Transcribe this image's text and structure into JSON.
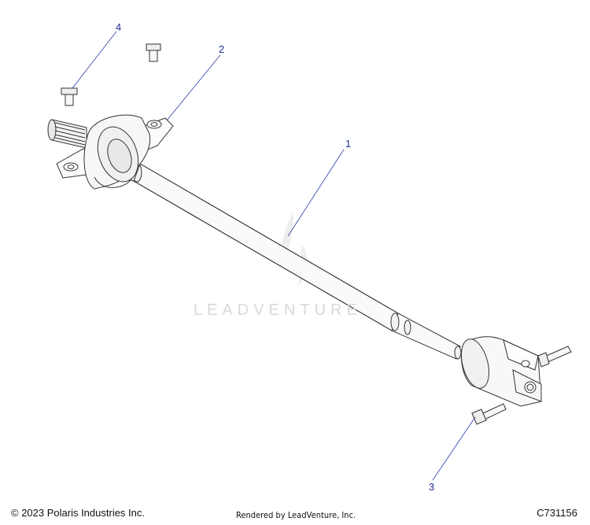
{
  "callouts": {
    "c1": "1",
    "c2": "2",
    "c3": "3",
    "c4": "4"
  },
  "watermark": {
    "text": "LEADVENTURE"
  },
  "footer": {
    "copyright": "© 2023 Polaris Industries Inc.",
    "rendered_by": "Rendered by LeadVenture, Inc.",
    "diagram_code": "C731156"
  },
  "colors": {
    "outline": "#333333",
    "leader": "#2a3da8",
    "callout_text": "#1f2f8f",
    "watermark": "#d9d9d9"
  },
  "parts": [
    {
      "callout": "1",
      "icon": "prop-shaft-icon"
    },
    {
      "callout": "2",
      "icon": "bearing-carrier-icon"
    },
    {
      "callout": "3",
      "icon": "yoke-bolt-icon"
    },
    {
      "callout": "4",
      "icon": "flange-bolt-icon"
    }
  ]
}
